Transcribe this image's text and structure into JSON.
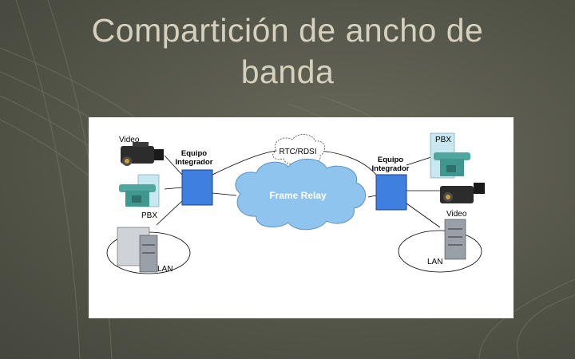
{
  "slide": {
    "title_line1": "Compartición de ancho de",
    "title_line2": "banda"
  },
  "diagram": {
    "left_site": {
      "video_label": "Video",
      "integrator_line1": "Equipo",
      "integrator_line2": "Integrador",
      "pbx_label": "PBX",
      "lan_label": "LAN"
    },
    "right_site": {
      "pbx_label": "PBX",
      "integrator_line1": "Equipo",
      "integrator_line2": "Integrador",
      "video_label": "Video",
      "lan_label": "LAN"
    },
    "network": {
      "rtc_label": "RTC/RDSI",
      "cloud_label": "Frame Relay"
    }
  },
  "colors": {
    "background": "#55564a",
    "title": "#d6d1bf",
    "integrator_box": "#3f7fe0",
    "cloud": "#8fc4ee",
    "phone": "#4fa7a0"
  }
}
